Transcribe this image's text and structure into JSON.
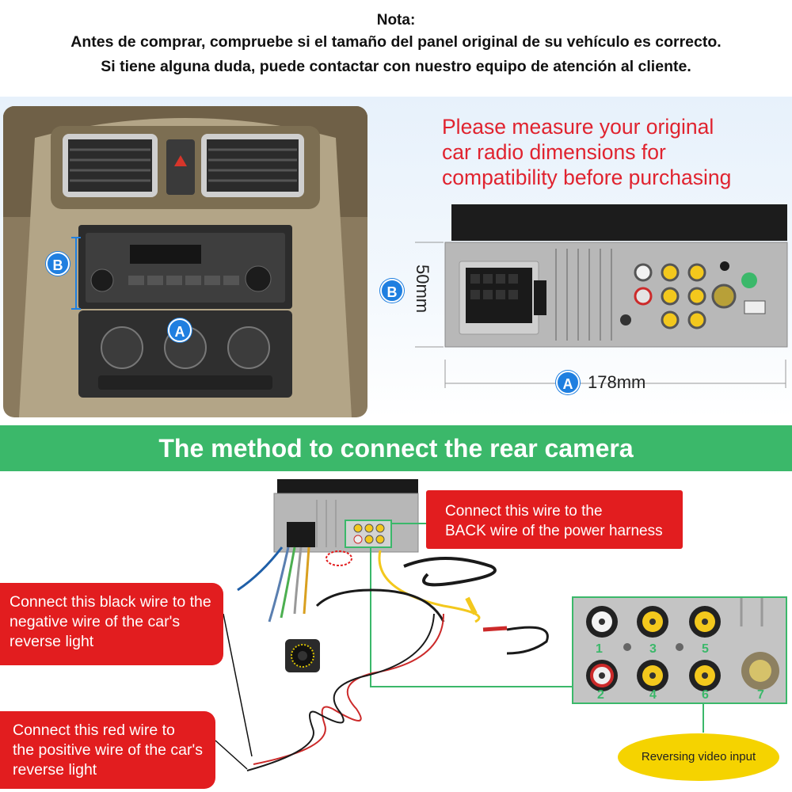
{
  "note": {
    "title": "Nota:",
    "line1": "Antes de comprar, compruebe si el tamaño del panel original de su vehículo es correcto.",
    "line2": "Si tiene alguna duda, puede contactar con nuestro equipo de atención al cliente."
  },
  "measure": {
    "line1": "Please measure your original",
    "line2": "car radio dimensions for",
    "line3": "compatibility before purchasing"
  },
  "dimensions": {
    "badge_a": "A",
    "badge_b": "B",
    "height_label": "50mm",
    "width_label": "178mm"
  },
  "banner": {
    "title": "The method to connect the rear camera"
  },
  "callouts": {
    "back_wire": [
      "Connect this wire to the",
      "BACK wire of the power harness"
    ],
    "black_wire": [
      "Connect this black wire to the",
      "negative wire of the car's",
      "reverse light"
    ],
    "red_wire": [
      "Connect this red wire to",
      "the positive wire of the car's",
      "reverse light"
    ]
  },
  "rca_ports": [
    "1",
    "2",
    "3",
    "4",
    "5",
    "6",
    "7"
  ],
  "reversing_label": "Reversing video input",
  "colors": {
    "accent_green": "#3bb86a",
    "callout_red": "#e21d1f",
    "badge_blue": "#1f7fe0",
    "title_red": "#e0232f",
    "ellipse_yellow": "#f5d300"
  }
}
